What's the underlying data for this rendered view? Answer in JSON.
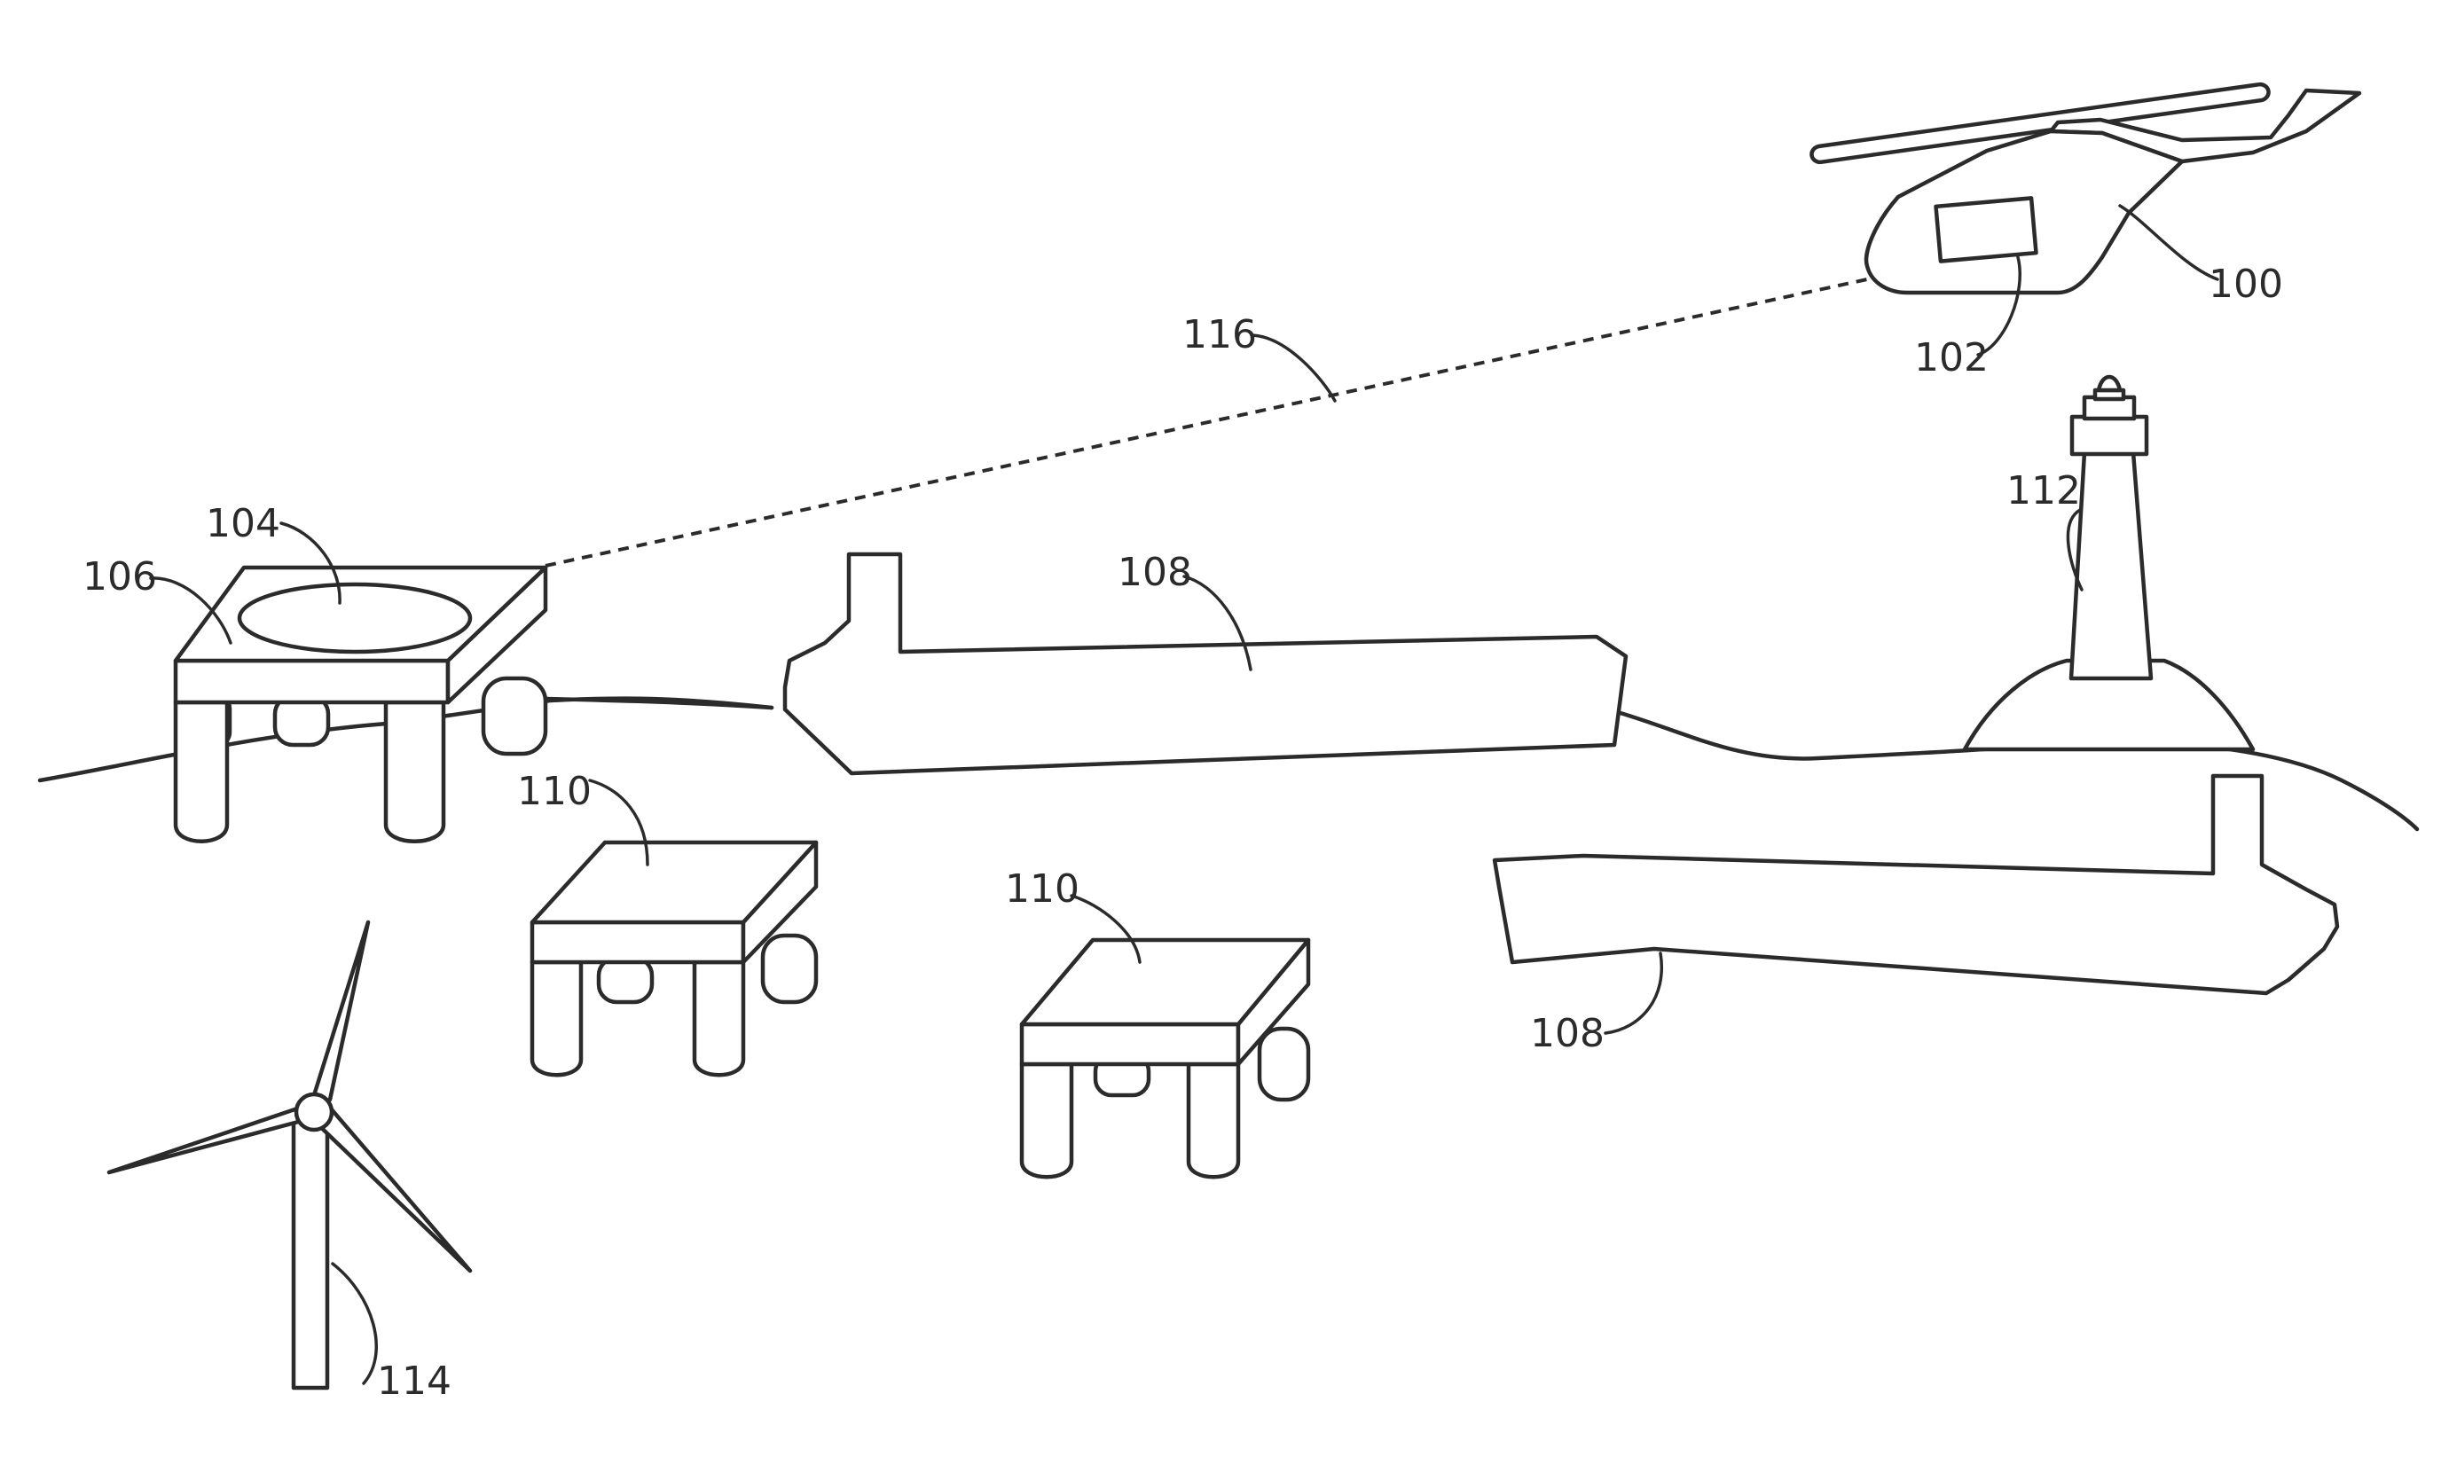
{
  "figure": {
    "references": {
      "helicopter": "100",
      "device": "102",
      "helideck": "104",
      "platform": "106",
      "vessel_top": "108",
      "vessel_bottom": "108",
      "platform_small_left": "110",
      "platform_small_right": "110",
      "lighthouse": "112",
      "wind_turbine": "114",
      "link": "116"
    }
  }
}
